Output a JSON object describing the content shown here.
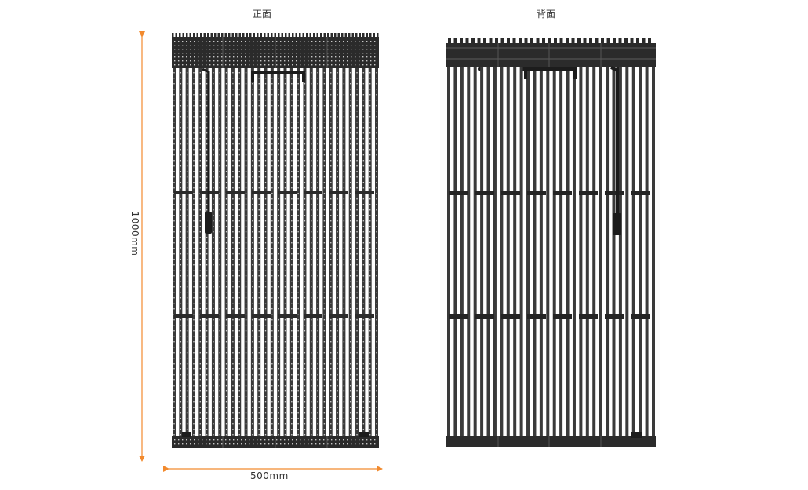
{
  "views": {
    "front_label": "正面",
    "back_label": "背面"
  },
  "dimensions": {
    "width_label": "500mm",
    "height_label": "1000mm"
  },
  "colors": {
    "dimension_arrow": "#f28a2e",
    "panel_dark": "#2b2b2b",
    "panel_mid": "#3a3a3a",
    "led_dot": "#c9c9c9",
    "text": "#333333"
  }
}
